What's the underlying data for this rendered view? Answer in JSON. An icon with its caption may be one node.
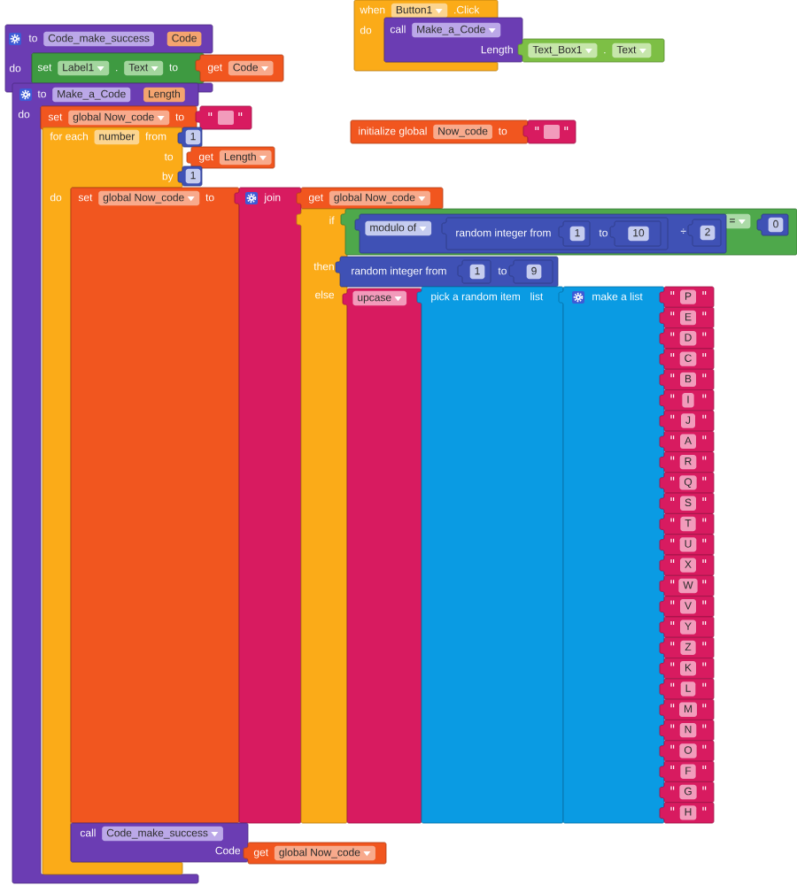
{
  "diagram": {
    "nodes": [
      {
        "text": [
          "to",
          "Code_make_success",
          "Code",
          "do"
        ]
      },
      {
        "text": [
          "set",
          "Label1",
          ".",
          "Text",
          "to"
        ],
        "in": 0
      },
      {
        "text": [
          "get",
          "Code"
        ]
      },
      {
        "text": [
          "when",
          "Button1",
          ".Click",
          "do"
        ]
      },
      {
        "text": [
          "call",
          "Make_a_Code",
          "Length"
        ]
      },
      {
        "text": [
          "Text_Box1",
          ".",
          "Text"
        ]
      },
      {
        "text": [
          "initialize global",
          "Now_code",
          "to"
        ]
      },
      {
        "text": [],
        "shape": "box"
      },
      {
        "text": [
          "to",
          "Make_a_Code",
          "Length",
          "do"
        ]
      },
      {
        "text": [
          "set",
          "global Now_code",
          "to"
        ],
        "in": 8
      },
      {
        "text": [],
        "shape": "box"
      },
      {
        "text": [
          "for each",
          "number",
          "from",
          "to",
          "by",
          "do"
        ],
        "in": 8
      },
      {
        "text": [
          "1"
        ]
      },
      {
        "text": [
          "get",
          "Length"
        ]
      },
      {
        "text": [
          "1"
        ]
      },
      {
        "text": [
          "set",
          "global Now_code",
          "to"
        ]
      },
      {
        "text": [
          "join"
        ]
      },
      {
        "text": [
          "get",
          "global Now_code"
        ]
      },
      {
        "text": [
          "if",
          "then",
          "else"
        ]
      },
      {
        "text": [
          "="
        ]
      },
      {
        "text": [
          "modulo of",
          "÷"
        ],
        "in": 19
      },
      {
        "text": [
          "random integer from",
          "to"
        ],
        "in": 20
      },
      {
        "text": [
          "1"
        ],
        "in": 21
      },
      {
        "text": [
          "10"
        ],
        "in": 21
      },
      {
        "text": [
          "2"
        ],
        "in": 20
      },
      {
        "text": [
          "0"
        ],
        "in": 19
      },
      {
        "text": [
          "random integer from",
          "to"
        ]
      },
      {
        "text": [
          "1"
        ],
        "in": 26
      },
      {
        "text": [
          "9"
        ],
        "in": 26
      },
      {
        "text": [
          "upcase"
        ]
      },
      {
        "text": [
          "pick a random item",
          "list"
        ]
      },
      {
        "text": [
          "make a list"
        ]
      },
      {
        "text": [
          "P"
        ]
      },
      {
        "text": [
          "E"
        ]
      },
      {
        "text": [
          "D"
        ]
      },
      {
        "text": [
          "C"
        ]
      },
      {
        "text": [
          "B"
        ]
      },
      {
        "text": [
          "I"
        ]
      },
      {
        "text": [
          "J"
        ]
      },
      {
        "text": [
          "A"
        ]
      },
      {
        "text": [
          "R"
        ]
      },
      {
        "text": [
          "Q"
        ]
      },
      {
        "text": [
          "S"
        ]
      },
      {
        "text": [
          "T"
        ]
      },
      {
        "text": [
          "U"
        ]
      },
      {
        "text": [
          "X"
        ]
      },
      {
        "text": [
          "W"
        ]
      },
      {
        "text": [
          "V"
        ]
      },
      {
        "text": [
          "Y"
        ]
      },
      {
        "text": [
          "Z"
        ]
      },
      {
        "text": [
          "K"
        ]
      },
      {
        "text": [
          "L"
        ]
      },
      {
        "text": [
          "M"
        ]
      },
      {
        "text": [
          "N"
        ]
      },
      {
        "text": [
          "O"
        ]
      },
      {
        "text": [
          "F"
        ]
      },
      {
        "text": [
          "G"
        ]
      },
      {
        "text": [
          "H"
        ]
      },
      {
        "text": [
          "call",
          "Code_make_success",
          "Code"
        ]
      },
      {
        "text": [
          "get",
          "global Now_code"
        ]
      }
    ]
  }
}
